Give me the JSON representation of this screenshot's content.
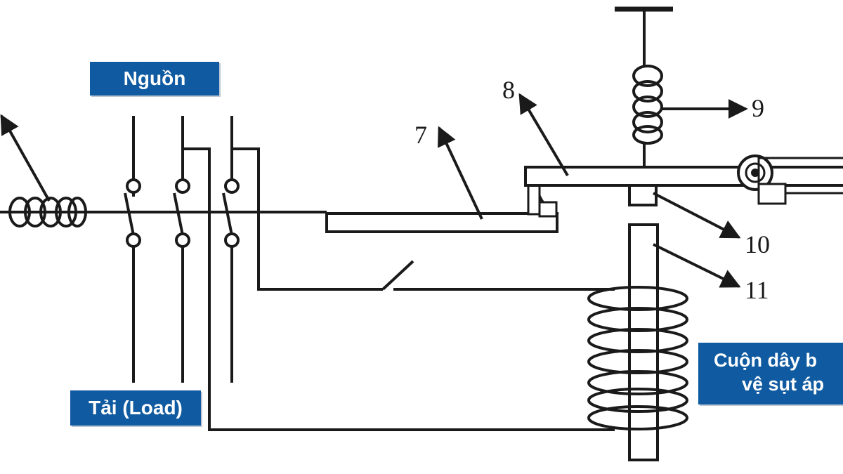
{
  "labels": {
    "source": "Nguồn",
    "load": "Tải (Load)",
    "coil_line1": "Cuộn dây b",
    "coil_line2": "vệ sụt áp"
  },
  "numbers": {
    "n7": "7",
    "n8": "8",
    "n9": "9",
    "n10": "10",
    "n11": "11"
  },
  "colors": {
    "label_bg": "#0f5aa0",
    "line": "#1a1a1a"
  }
}
